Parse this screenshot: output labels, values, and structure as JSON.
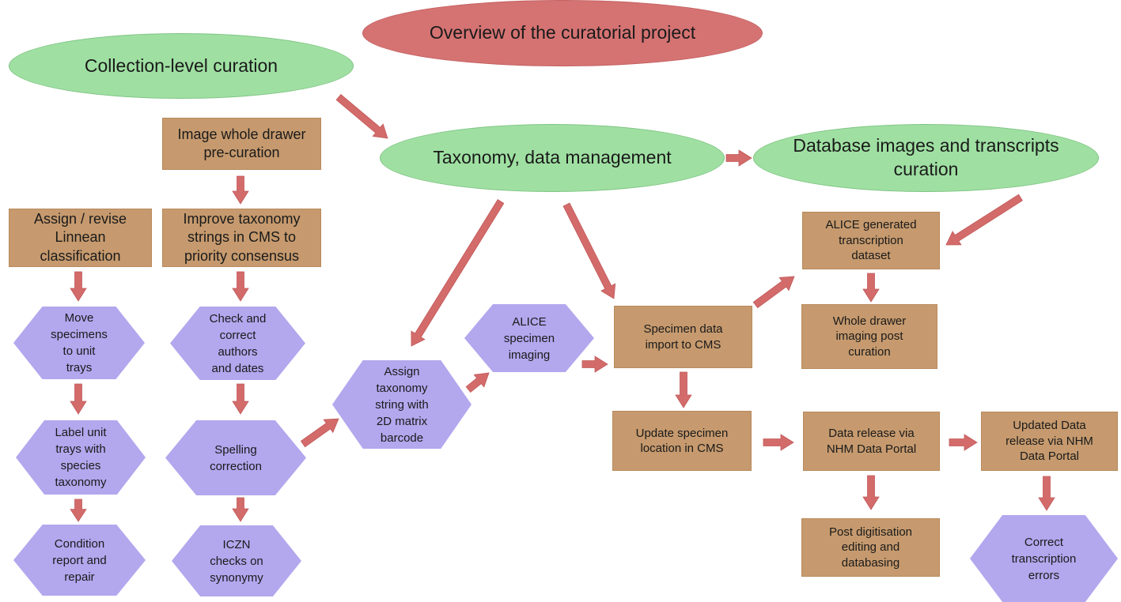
{
  "diagram": {
    "title": "Overview of the curatorial project",
    "top_level": {
      "collection": "Collection-level curation",
      "taxonomy": "Taxonomy, data management",
      "database": "Database images and transcripts\ncuration"
    },
    "boxes": {
      "image_drawer": "Image whole drawer\npre-curation",
      "assign_linnean": "Assign  / revise\nLinnean\nclassification",
      "improve_taxonomy": "Improve taxonomy\nstrings in CMS to\npriority consensus",
      "alice_dataset": "ALICE generated\ntranscription\ndataset",
      "whole_drawer_post": "Whole drawer\nimaging post\ncuration",
      "specimen_import": "Specimen data\nimport to CMS",
      "update_location": "Update specimen\nlocation in CMS",
      "data_release": "Data release via\nNHM  Data Portal",
      "updated_release": "Updated Data\nrelease via NHM\nData Portal",
      "post_digitisation": "Post digitisation\nediting and\ndatabasing"
    },
    "hexagons": {
      "move_specimens": "Move\nspecimens\nto  unit\ntrays",
      "check_authors": "Check and\ncorrect\nauthors\nand dates",
      "label_trays": "Label unit\ntrays with\nspecies\ntaxonomy",
      "spelling": "Spelling\ncorrection",
      "condition": "Condition\nreport  and\nrepair",
      "iczn": "ICZN\nchecks on\nsynonymy",
      "assign_barcode": "Assign\ntaxonomy\nstring with\n2D matrix\nbarcode",
      "alice_imaging": "ALICE\nspecimen\nimaging",
      "correct_errors": "Correct\ntranscription\nerrors"
    },
    "colors": {
      "title_oval": "#d57373",
      "stage_oval": "#9fe0a2",
      "task_box": "#c69a6e",
      "task_hexagon": "#b3a7ee",
      "arrow": "#d36b6b"
    }
  }
}
